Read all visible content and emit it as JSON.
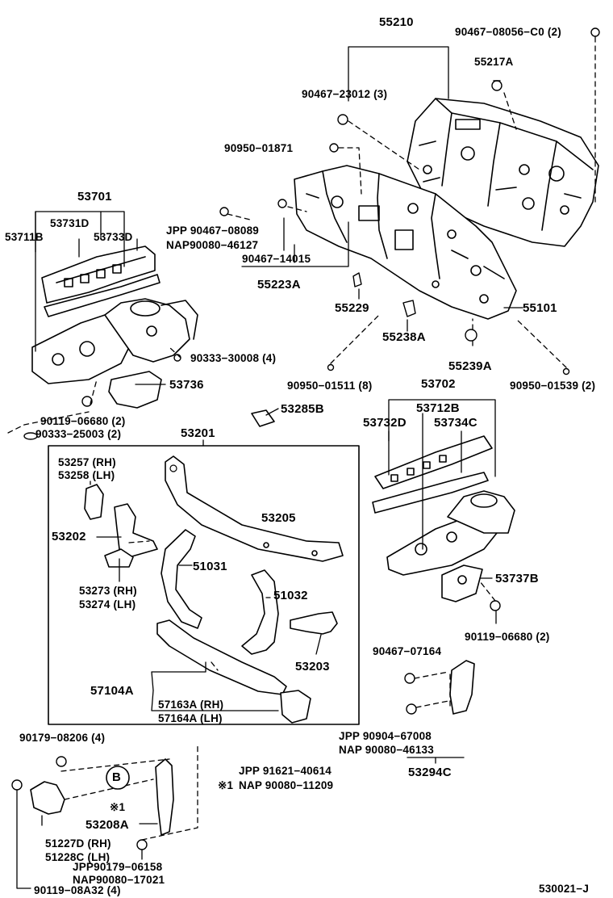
{
  "labels": {
    "p55210": "55210",
    "p90467_08056": "90467−08056−C0 (2)",
    "p55217A": "55217A",
    "p90467_23012": "90467−23012 (3)",
    "p90950_01871": "90950−01871",
    "p53701": "53701",
    "p53731D": "53731D",
    "p53711B": "53711B",
    "p53733D": "53733D",
    "jpp_90467_08089": "JPP 90467−08089",
    "nap_90080_46127": "NAP90080−46127",
    "p90467_14015": "90467−14015",
    "p55223A": "55223A",
    "p55229": "55229",
    "p55101": "55101",
    "p55238A": "55238A",
    "p55239A": "55239A",
    "p90333_30008": "90333−30008 (4)",
    "p90950_01511": "90950−01511 (8)",
    "p90950_01539": "90950−01539 (2)",
    "p53736": "53736",
    "p53702": "53702",
    "p90119_06680_a": "90119−06680 (2)",
    "p90333_25003": "90333−25003 (2)",
    "p53285B": "53285B",
    "p53712B": "53712B",
    "p53732D": "53732D",
    "p53734C": "53734C",
    "p53201": "53201",
    "p53257": "53257 (RH)",
    "p53258": "53258 (LH)",
    "p53205": "53205",
    "p53202": "53202",
    "p51031": "51031",
    "p53273": "53273 (RH)",
    "p53274": "53274 (LH)",
    "p51032": "51032",
    "p53737B": "53737B",
    "p90119_06680_b": "90119−06680 (2)",
    "p53203": "53203",
    "p90467_07164": "90467−07164",
    "p57104A": "57104A",
    "p57163A": "57163A (RH)",
    "p57164A": "57164A (LH)",
    "p90179_08206": "90179−08206 (4)",
    "jpp_90904_67008": "JPP 90904−67008",
    "nap_90080_46133": "NAP 90080−46133",
    "p53294C": "53294C",
    "circle_b": "B",
    "note_jpp_91621": "JPP  91621−40614",
    "note_nap_90080": "NAP  90080−11209",
    "note_mark_1": "※1",
    "note_mark_2": "※1",
    "p53208A": "53208A",
    "p51227D": "51227D (RH)",
    "p51228C": "51228C (LH)",
    "jpp_90179_06158": "JPP90179−06158",
    "nap_90080_17021": "NAP90080−17021",
    "p90119_08A32": "90119−08A32 (4)",
    "diagram_id": "530021−J"
  }
}
